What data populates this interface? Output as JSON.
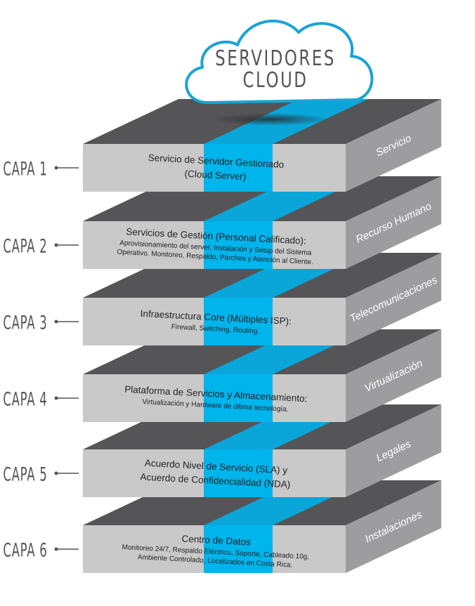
{
  "cloud": {
    "line1": "SERVIDORES",
    "line2": "CLOUD"
  },
  "colors": {
    "top_dark": "#555557",
    "front_light": "#c9c9ca",
    "side_mid": "#9d9d9f",
    "stripe": "#00b4ec",
    "stripe_top": "#0aa6da",
    "cloud_stroke": "#1aa3d4",
    "label_gray": "#555555",
    "side_text": "#ffffff",
    "front_text": "#222222"
  },
  "layers": [
    {
      "capa": "CAPA 1",
      "side": "Servicio",
      "lines": [
        {
          "text": "Servicio de Servidor Gestionado",
          "size": "main"
        },
        {
          "text": "(Cloud Server)",
          "size": "main"
        }
      ]
    },
    {
      "capa": "CAPA 2",
      "side": "Recurso Humano",
      "lines": [
        {
          "text": "Servicios de Gestión (Personal Calificado):",
          "size": "main"
        },
        {
          "text": "Aprovisionamiento del server, Instalación y Setup del Sistema",
          "size": "small"
        },
        {
          "text": "Operativo. Monitoreo, Respaldo, Parches y Atención al Cliente.",
          "size": "small"
        }
      ]
    },
    {
      "capa": "CAPA 3",
      "side": "Telecomunicaciones",
      "lines": [
        {
          "text": "Infraestructura Core (Múltiples ISP):",
          "size": "main"
        },
        {
          "text": "Firewall, Switching, Routing.",
          "size": "small"
        }
      ]
    },
    {
      "capa": "CAPA 4",
      "side": "Virtualización",
      "lines": [
        {
          "text": "Plataforma de Servicios y Almacenamiento:",
          "size": "main"
        },
        {
          "text": "Virtualización y Hardware de última tecnología.",
          "size": "small"
        }
      ]
    },
    {
      "capa": "CAPA 5",
      "side": "Legales",
      "lines": [
        {
          "text": "Acuerdo Nivel de Servicio (SLA) y",
          "size": "main"
        },
        {
          "text": "Acuerdo de Confidencialidad (NDA)",
          "size": "main"
        }
      ]
    },
    {
      "capa": "CAPA 6",
      "side": "Instalaciones",
      "lines": [
        {
          "text": "Centro de Datos",
          "size": "main"
        },
        {
          "text": "Monitoreo 24/7, Respaldo Eléctrico, Soporte, Cableado 10g,",
          "size": "small"
        },
        {
          "text": "Ambiente Controlado, Localizados en Costa Rica.",
          "size": "small"
        }
      ]
    }
  ]
}
